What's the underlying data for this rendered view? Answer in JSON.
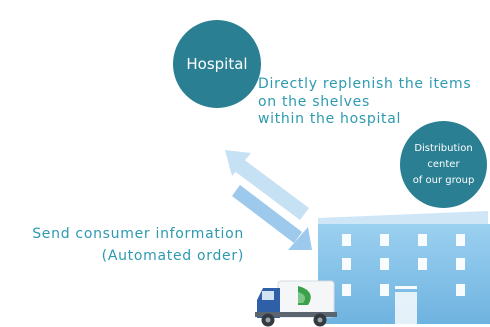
{
  "hospital": {
    "label": "Hospital"
  },
  "replenish_note": {
    "lines": [
      "Directly replenish the items",
      "on the shelves",
      "within the hospital"
    ]
  },
  "distribution_center": {
    "lines": [
      "Distribution",
      "center",
      "of our group"
    ]
  },
  "consumer_note": {
    "lines": [
      "Send consumer information",
      "(Automated order)"
    ]
  },
  "colors": {
    "circle": "#2a7f93",
    "text": "#2d9ab0",
    "arrow": "#bcd9ef",
    "building": "#8fc7ea",
    "truck_cab": "#2f5fa7"
  },
  "icons": [
    "arrow-up-left-icon",
    "arrow-down-right-icon",
    "building-icon",
    "truck-icon",
    "logo-icon"
  ]
}
